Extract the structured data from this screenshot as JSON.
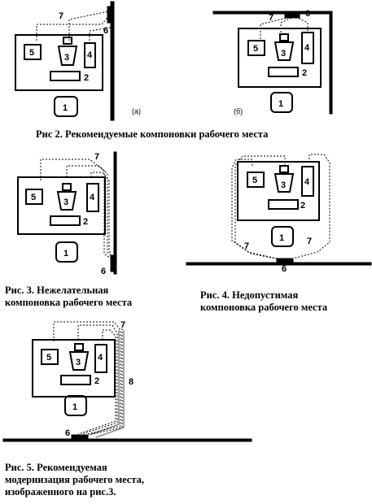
{
  "numbers": {
    "chair": "1",
    "keyboard": "2",
    "monitor": "3",
    "system_unit": "4",
    "document_holder": "5",
    "socket": "6",
    "cable": "7",
    "cable_channel": "8"
  },
  "variant_labels": {
    "a": "(а)",
    "b": "(б)"
  },
  "captions": {
    "fig2": "Рис 2. Рекомендуемые компоновки рабочего места",
    "fig3": "Рис. 3. Нежелательная\nкомпоновка рабочего места",
    "fig4": "Рис. 4. Недопустимая\nкомпоновка рабочего места",
    "fig5": "Рис. 5. Рекомендуемая\nмодернизация  рабочего места,\nизображенного  на рис.3."
  }
}
